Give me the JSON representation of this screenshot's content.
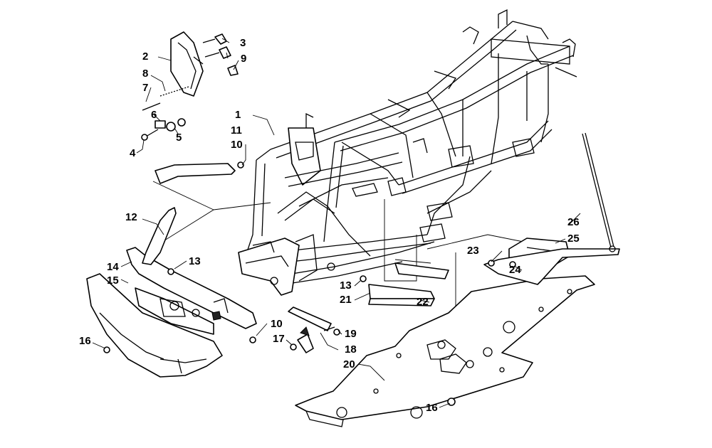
{
  "callouts": [
    {
      "id": "c1",
      "text": "1"
    },
    {
      "id": "c2",
      "text": "2"
    },
    {
      "id": "c3",
      "text": "3"
    },
    {
      "id": "c4",
      "text": "4"
    },
    {
      "id": "c5",
      "text": "5"
    },
    {
      "id": "c6",
      "text": "6"
    },
    {
      "id": "c7",
      "text": "7"
    },
    {
      "id": "c8",
      "text": "8"
    },
    {
      "id": "c9",
      "text": "9"
    },
    {
      "id": "c10a",
      "text": "10"
    },
    {
      "id": "c10b",
      "text": "10"
    },
    {
      "id": "c11",
      "text": "11"
    },
    {
      "id": "c12",
      "text": "12"
    },
    {
      "id": "c13a",
      "text": "13"
    },
    {
      "id": "c13b",
      "text": "13"
    },
    {
      "id": "c14",
      "text": "14"
    },
    {
      "id": "c15",
      "text": "15"
    },
    {
      "id": "c16a",
      "text": "16"
    },
    {
      "id": "c16b",
      "text": "16"
    },
    {
      "id": "c17",
      "text": "17"
    },
    {
      "id": "c18",
      "text": "18"
    },
    {
      "id": "c19",
      "text": "19"
    },
    {
      "id": "c20",
      "text": "20"
    },
    {
      "id": "c21",
      "text": "21"
    },
    {
      "id": "c22",
      "text": "22"
    },
    {
      "id": "c23",
      "text": "23"
    },
    {
      "id": "c24",
      "text": "24"
    },
    {
      "id": "c25",
      "text": "25"
    },
    {
      "id": "c26",
      "text": "26"
    }
  ]
}
